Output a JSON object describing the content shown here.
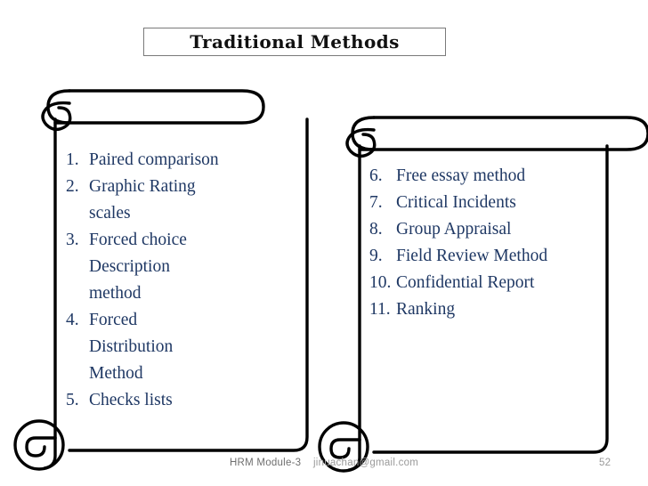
{
  "slide": {
    "title": "Traditional Methods",
    "background_color": "#ffffff",
    "text_color": "#1f3864",
    "outline_color": "#000000"
  },
  "scrolls": [
    {
      "name": "left-scroll",
      "items": [
        {
          "number": "1.",
          "lines": [
            "Paired comparison"
          ]
        },
        {
          "number": "2.",
          "lines": [
            "Graphic Rating",
            "scales"
          ]
        },
        {
          "number": "3.",
          "lines": [
            " Forced choice",
            "Description",
            "method"
          ]
        },
        {
          "number": "4.",
          "lines": [
            "Forced",
            "Distribution",
            "Method"
          ]
        },
        {
          "number": "5.",
          "lines": [
            "Checks lists"
          ]
        }
      ]
    },
    {
      "name": "right-scroll",
      "items": [
        {
          "number": "6.",
          "lines": [
            "Free essay method"
          ]
        },
        {
          "number": "7.",
          "lines": [
            "Critical Incidents"
          ]
        },
        {
          "number": "8.",
          "lines": [
            "Group Appraisal"
          ]
        },
        {
          "number": "9.",
          "lines": [
            "Field Review Method"
          ]
        },
        {
          "number": "10.",
          "lines": [
            "Confidential Report"
          ]
        },
        {
          "number": "11.",
          "lines": [
            "Ranking"
          ]
        }
      ]
    }
  ],
  "footer": {
    "module": "HRM Module-3",
    "email": "jinuachan@gmail.com",
    "page_number": "52"
  }
}
